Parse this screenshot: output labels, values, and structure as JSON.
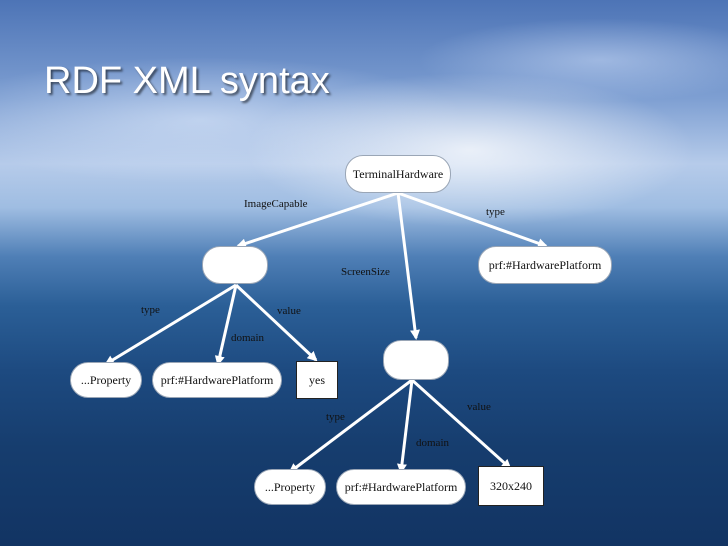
{
  "slide": {
    "title": "RDF XML syntax"
  },
  "nodes": {
    "terminal_hardware": "TerminalHardware",
    "hw_platform_top": "prf:#HardwarePlatform",
    "blank_left": "",
    "blank_right": "",
    "property_left": "...Property",
    "hw_platform_left": "prf:#HardwarePlatform",
    "yes": "yes",
    "property_right": "...Property",
    "hw_platform_right": "prf:#HardwarePlatform",
    "screen_value": "320x240"
  },
  "edges": {
    "image_capable": "ImageCapable",
    "screen_size": "ScreenSize",
    "type_top": "type",
    "type_left": "type",
    "domain_left": "domain",
    "value_left": "value",
    "type_right": "type",
    "domain_right": "domain",
    "value_right": "value"
  }
}
